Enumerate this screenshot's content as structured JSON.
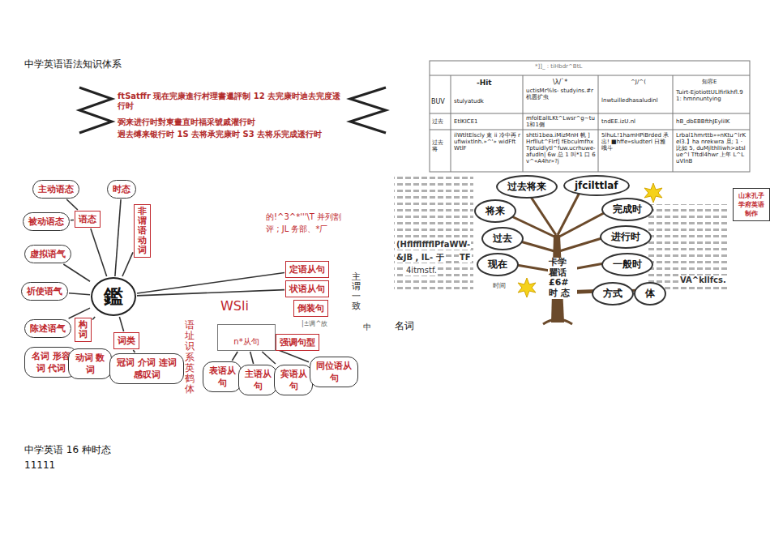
{
  "diagram": {
    "title": "中学英语语法知识体系",
    "nodes": [
      {
        "text": [
          "鑑"
        ]
      },
      {
        "text": [
          "主动语态"
        ]
      },
      {
        "text": [
          "被动语态"
        ]
      },
      {
        "text": [
          "语态"
        ]
      },
      {
        "text": [
          "非谓语动词"
        ]
      },
      {
        "text": [
          "虚拟语气"
        ]
      },
      {
        "text": [
          "祈使语气"
        ]
      },
      {
        "text": [
          "陈述语气"
        ]
      },
      {
        "text": [
          "构词"
        ]
      },
      {
        "text": [
          "词类"
        ]
      },
      {
        "text": [
          "名词 形容词 代词"
        ]
      },
      {
        "text": [
          "动词 数词"
        ]
      },
      {
        "text": [
          "冠词 介词 连词 感叹词"
        ]
      },
      {
        "text": [
          "时态"
        ]
      },
      {
        "text": [
          "n*从句"
        ]
      },
      {
        "text": [
          "表语从句"
        ]
      },
      {
        "text": [
          "主语从句"
        ]
      },
      {
        "text": [
          "宾语从句"
        ]
      },
      {
        "text": [
          "同位语从句"
        ]
      },
      {
        "text": [
          "定语从句"
        ]
      },
      {
        "text": [
          "状语从句"
        ]
      },
      {
        "text": [
          "倒装句"
        ]
      },
      {
        "text": [
          "强调句型"
        ]
      },
      {
        "text": [
          "过去将来"
        ]
      },
      {
        "text": [
          "jfcilttlaf"
        ]
      },
      {
        "text": [
          "将来"
        ]
      },
      {
        "text": [
          "完成时"
        ]
      },
      {
        "text": [
          "过去"
        ]
      },
      {
        "text": [
          "进行时"
        ]
      },
      {
        "text": [
          "现在"
        ]
      },
      {
        "text": [
          "一般时"
        ]
      },
      {
        "text": [
          "方式"
        ]
      },
      {
        "text": [
          "体"
        ]
      },
      {
        "text": [
          "山末孔子学府英语制作"
        ]
      }
    ],
    "edges": [
      {
        "from": 0,
        "to": 13,
        "arrow": "none"
      },
      {
        "from": 0,
        "to": 3,
        "arrow": "none"
      },
      {
        "from": 3,
        "to": 1,
        "arrow": "none"
      },
      {
        "from": 3,
        "to": 2,
        "arrow": "none"
      },
      {
        "from": 0,
        "to": 4,
        "arrow": "none"
      },
      {
        "from": 0,
        "to": 5,
        "arrow": "none"
      },
      {
        "from": 0,
        "to": 6,
        "arrow": "none"
      },
      {
        "from": 0,
        "to": 7,
        "arrow": "none"
      },
      {
        "from": 0,
        "to": 8,
        "arrow": "none"
      },
      {
        "from": 0,
        "to": 9,
        "arrow": "none"
      },
      {
        "from": 9,
        "to": 11,
        "arrow": "none"
      },
      {
        "from": 9,
        "to": 12,
        "arrow": "none"
      },
      {
        "from": 0,
        "to": 19,
        "arrow": "none"
      },
      {
        "from": 0,
        "to": 20,
        "arrow": "none"
      },
      {
        "from": 14,
        "to": 15,
        "arrow": "none"
      },
      {
        "from": 14,
        "to": 16,
        "arrow": "none"
      },
      {
        "from": 14,
        "to": 17,
        "arrow": "none"
      },
      {
        "from": 14,
        "to": 18,
        "arrow": "none"
      }
    ],
    "labels": [
      "ftSatffr 现在完康進行村理書邋評制 12 去完康时迪去完度逶行时",
      "弼来进行时對東畫直时福采號戚灌行时",
      "迥去缚来银行时 1S 去将承完康时 S3 去将乐完成逶行时",
      "的!^3^*'''\\T 并列割",
      "评 ;  JL 务部、*厂",
      "WSli",
      "语址识系英鹤体",
      "主谓一致",
      "|±调^故",
      "中",
      "*]]_ : tiHbdr^BtL",
      "-Hit",
      "\\λ/`*",
      "^J/^(",
      "知容E",
      "BUV",
      "stulyatudk",
      "uctisMr%ls- studyins.#r 机圆扩虫",
      "lnwtuilledhasaludinl",
      "Tuirt-EjotiottULlfirlkhfl.91: hmnnuntying",
      "过去",
      "EtlKICE1",
      "mfolEalILKt^Lwsr^g~tu 1和1侧",
      "tndEE.izU.nl",
      "hB_dbEBBfthJEyliIK",
      "过去 将",
      "ilWtltElscly 束 ii 冷中再 r ufiwixtlnh.»^'» widFftWtlF",
      "shtti1bea.iMizMnH 帆 ] Hrfllut^Flrf] fEbculmfhxTptuidlytl^fuw.ucrhuwe-afudln| 6w 总 1 叫*1 口 6v^«A4hr»?j",
      "5lhuL!1hamHPiBrded 承出! ■hffe»sludterl 日雅哦斗",
      "Lrbal1hmrttb»»nKtu^lrKel3.】ha nrekwra 旦; 1 · 比如 5, duMjlthlIiwh>atslue^l Tftdl4hwr 上年 L^LuVlnB",
      "(HflfflffflPfaWW-",
      "&JB , IL- 于",
      "TF",
      "4itmstf.",
      "VA^kllfcs.",
      "卡学 瞿话 £6#时 态",
      "时间",
      "名词",
      "中学英语 16 种时态",
      "11111"
    ]
  }
}
